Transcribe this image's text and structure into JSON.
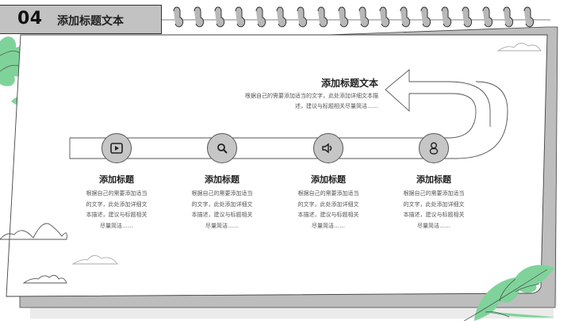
{
  "header": {
    "number": "04",
    "title": "添加标题文本"
  },
  "callout": {
    "title": "添加标题文本",
    "description": "根据自己的需要添加适当的文字，此处添加详细文本描述，建议与标题相关尽量简洁……"
  },
  "steps": [
    {
      "icon": "play-icon",
      "title": "添加标题",
      "description": "根据自己的需要添加适当的文字，此处添加详细文本描述，建议与标题相关尽量简洁……"
    },
    {
      "icon": "search-icon",
      "title": "添加标题",
      "description": "根据自己的需要添加适当的文字，此处添加详细文本描述，建议与标题相关尽量简洁……"
    },
    {
      "icon": "speaker-icon",
      "title": "添加标题",
      "description": "根据自己的需要添加适当的文字，此处添加详细文本描述，建议与标题相关尽量简洁……"
    },
    {
      "icon": "user-icon",
      "title": "添加标题",
      "description": "根据自己的需要添加适当的文字，此处添加详细文本描述，建议与标题相关尽量简洁……"
    }
  ],
  "colors": {
    "accent_gray": "#c2c2c2",
    "leaf_green": "#7fd39a",
    "line": "#555555"
  }
}
